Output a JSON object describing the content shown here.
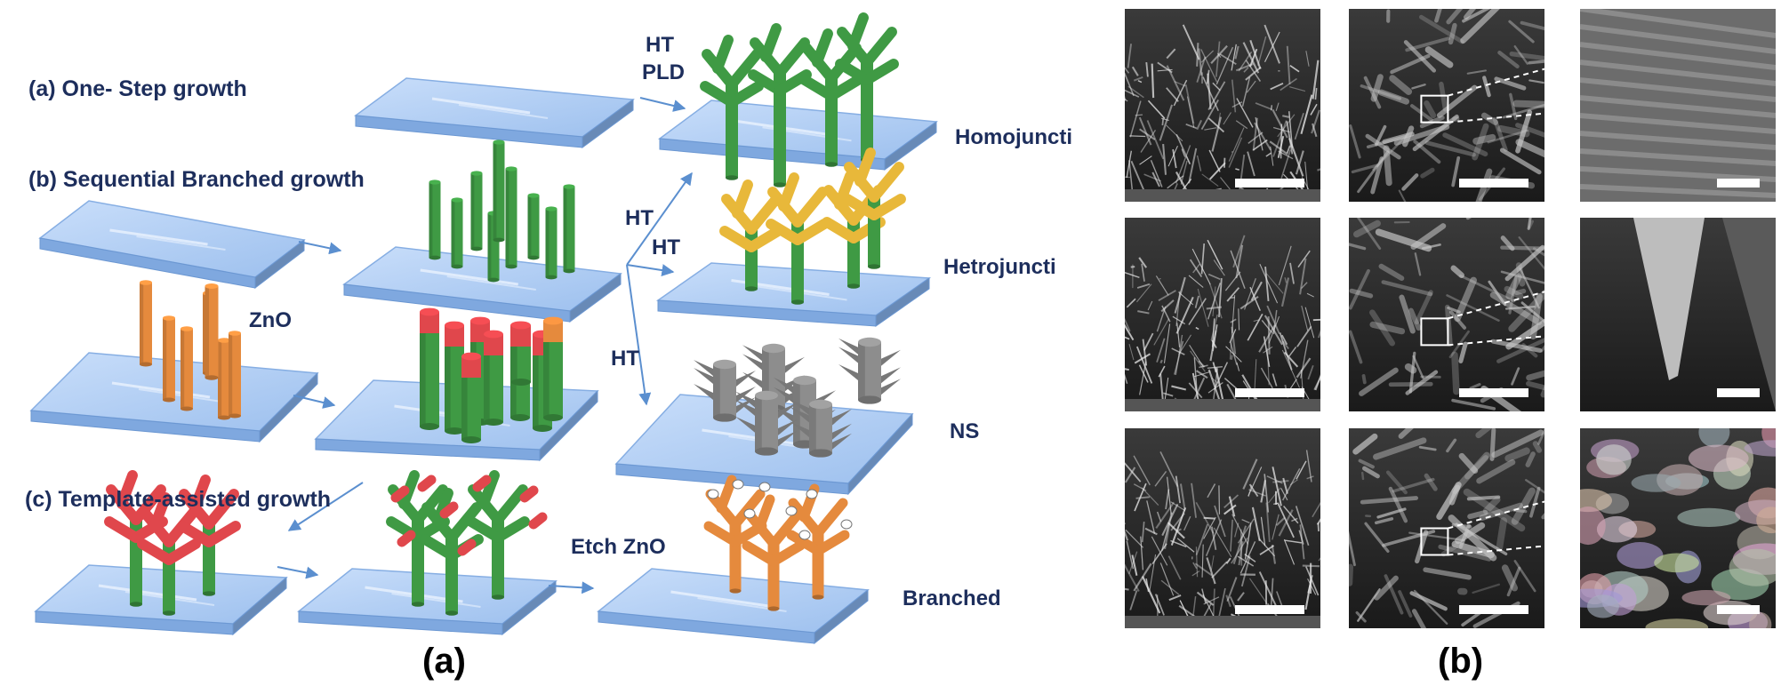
{
  "panel_a": {
    "row_labels": {
      "one_step": "(a) One- Step growth",
      "sequential": "(b) Sequential Branched growth",
      "template": "(c) Template-assisted growth"
    },
    "arrow_labels": {
      "ht_top": "HT",
      "pld": "PLD",
      "ht_1": "HT",
      "ht_2": "HT",
      "ht_3": "HT",
      "etch": "Etch ZnO"
    },
    "material_label": "ZnO",
    "result_labels": {
      "homo": "Homojuncti",
      "hetero": "Hetrojuncti",
      "ns": "NS",
      "branched": "Branched"
    },
    "caption": "(a)"
  },
  "panel_b": {
    "caption": "(b)",
    "rows": 3,
    "cols": 3
  },
  "colors": {
    "substrate_top": "#b9d3f4",
    "substrate_side": "#7fa8df",
    "green_rod": "#3f9a44",
    "orange_rod": "#e58a3d",
    "red_cap": "#e0474c",
    "yellow_branch": "#e8b83a",
    "gray_rod": "#8d8d8d",
    "arrow": "#5b8fcf",
    "label_text": "#1d2e5c"
  }
}
